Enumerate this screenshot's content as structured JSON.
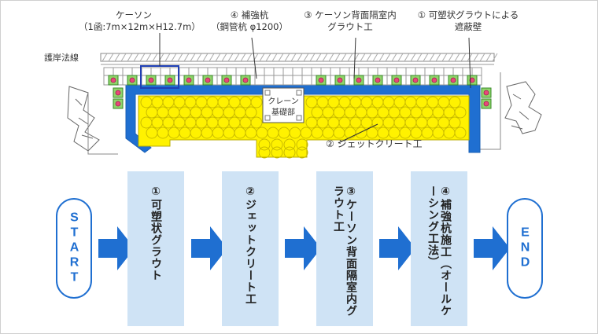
{
  "labels": {
    "caisson_line1": "ケーソン",
    "caisson_line2": "（1函:7m×12m×H12.7m）",
    "pile_line1": "④ 補強杭",
    "pile_line2": "（鋼管杭 φ1200）",
    "backfill_line1": "③ ケーソン背面隔室内",
    "backfill_line2": "グラウト工",
    "plastic_line1": "① 可塑状グラウトによる",
    "plastic_line2": "遮蔽壁",
    "revetment": "護岸法線",
    "crane_line1": "クレーン",
    "crane_line2": "基礎部",
    "jet": "② ジェットクリート工"
  },
  "flow": {
    "start": "START",
    "end": "END",
    "steps": [
      {
        "num": "①",
        "text": "可塑状グラウト"
      },
      {
        "num": "②",
        "text": "ジェットクリート工"
      },
      {
        "num": "③",
        "text": "ケーソン背面隔室内グラウト工"
      },
      {
        "num": "④",
        "text": "補強杭施工（オールケーシング工法）"
      }
    ]
  },
  "colors": {
    "blue_wall": "#1f6fd1",
    "jet_grout": "#fff200",
    "pile_fill": "#8fd46a",
    "pile_core": "#e8477a",
    "step_panel": "#cfe3f5",
    "arrow": "#1f6fd1"
  }
}
